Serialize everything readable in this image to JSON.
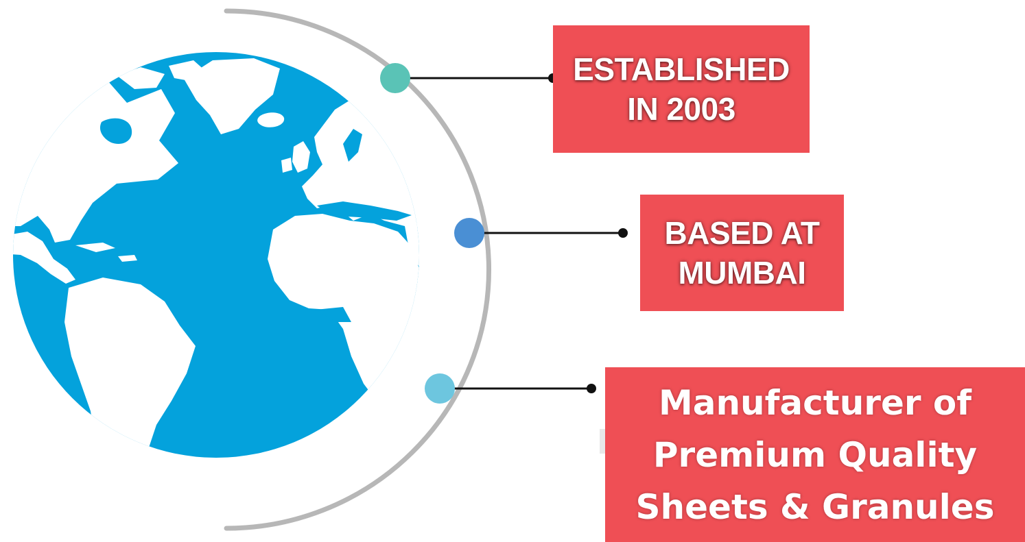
{
  "diagram": {
    "globe": {
      "ocean_color": "#04a2dc",
      "land_color": "#ffffff",
      "icon": "globe-icon"
    },
    "arc_color": "#b7b7b7",
    "connector_color": "#111111",
    "box_color": "#ef4f55",
    "items": [
      {
        "lines": [
          "ESTABLISHED",
          "IN 2003"
        ],
        "dot_color": "#5ac3b6"
      },
      {
        "lines": [
          "BASED AT",
          "MUMBAI"
        ],
        "dot_color": "#4a8fd4"
      },
      {
        "lines": [
          "Manufacturer of",
          "Premium Quality",
          "Sheets & Granules"
        ],
        "dot_color": "#6dc6df"
      }
    ]
  }
}
